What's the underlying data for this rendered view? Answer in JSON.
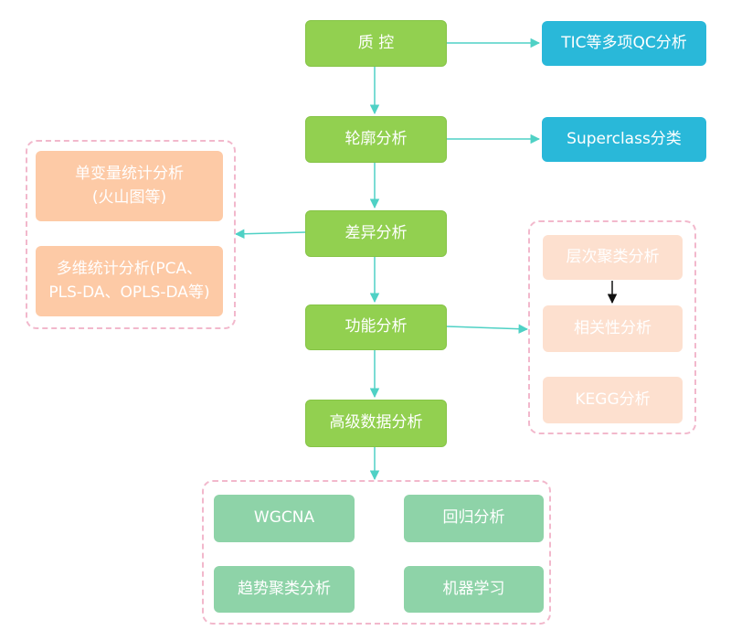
{
  "main_flow": {
    "qc": "质 控",
    "profile": "轮廓分析",
    "diff": "差异分析",
    "function": "功能分析",
    "advanced": "高级数据分析"
  },
  "outputs": {
    "qc_detail": "TIC等多项QC分析",
    "superclass": "Superclass分类"
  },
  "diff_group": {
    "univariate": "单变量统计分析\n(火山图等)",
    "multivariate": "多维统计分析(PCA、\nPLS-DA、OPLS-DA等)"
  },
  "function_group": {
    "hierarchical": "层次聚类分析",
    "correlation": "相关性分析",
    "kegg": "KEGG分析"
  },
  "advanced_group": {
    "wgcna": "WGCNA",
    "regression": "回归分析",
    "trend": "趋势聚类分析",
    "ml": "机器学习"
  },
  "colors": {
    "main": "#92d050",
    "output": "#29b8d9",
    "diff_box": "#fdcaa6",
    "function_box": "#fde0cf",
    "advanced_box": "#8ed3a8",
    "connector": "#4fd1c5",
    "group_border": "#f2b8cc"
  }
}
